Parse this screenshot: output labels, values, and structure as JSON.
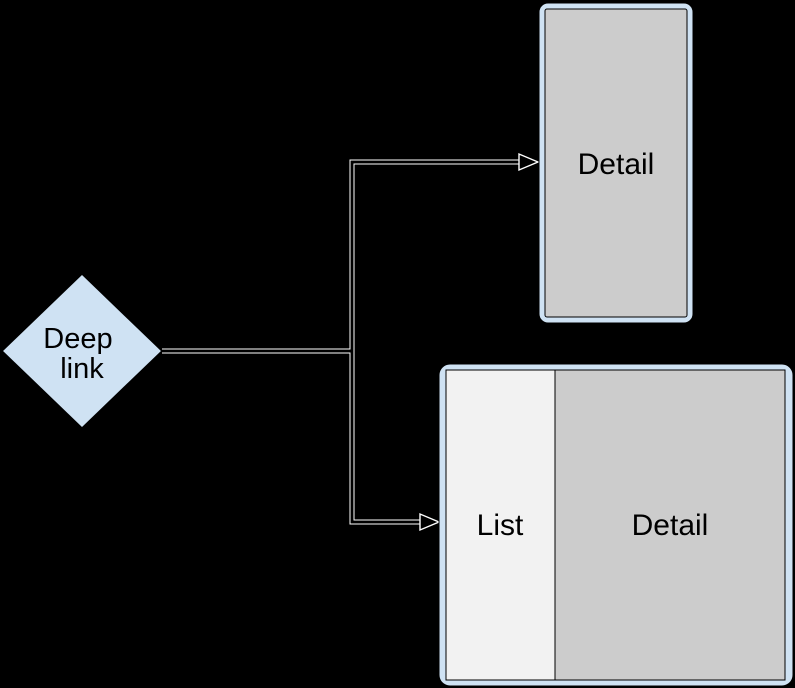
{
  "page": {
    "background": "#000000"
  },
  "diagram": {
    "colors": {
      "node_fill": "#cfe2f3",
      "frame_fill": "#cfe2f3",
      "screen_fill": "#cccccc",
      "list_fill": "#f2f2f2",
      "line_color": "#000000",
      "line_casing": "#ffffff",
      "text_color": "#000000"
    },
    "deep_link_node": {
      "type": "decision-diamond",
      "lines": [
        "Deep",
        "link"
      ]
    },
    "detail_screen": {
      "type": "phone-screen",
      "label": "Detail"
    },
    "list_detail_screen": {
      "type": "tablet-screen",
      "list_label": "List",
      "detail_label": "Detail"
    },
    "edges": [
      {
        "from": "deep-link",
        "to": "detail-screen"
      },
      {
        "from": "deep-link",
        "to": "list-detail-screen"
      }
    ]
  }
}
